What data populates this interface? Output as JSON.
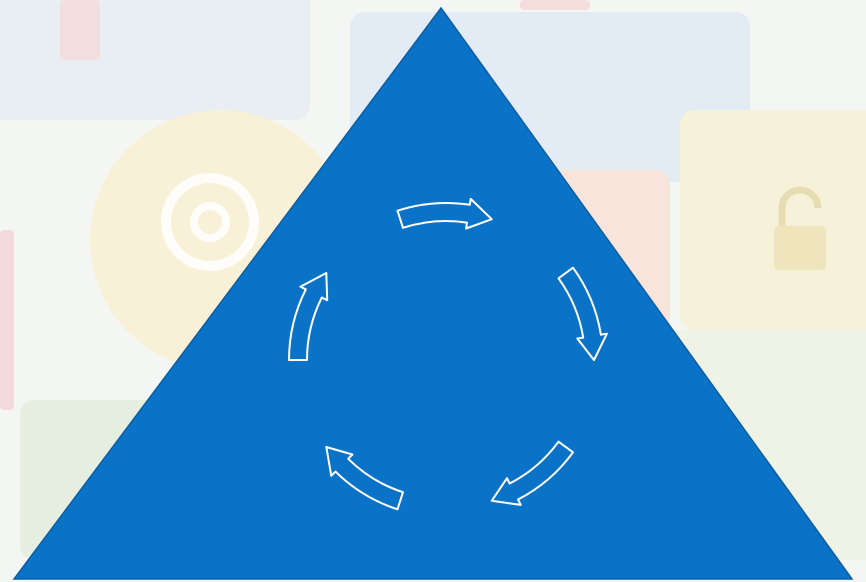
{
  "diagram": {
    "shape": "triangle",
    "fill_color": "#0a73c7",
    "stroke_color": "#0b5ea3",
    "arrow_color": "#ffffff",
    "arrow_count": 5,
    "arrow_direction": "clockwise"
  },
  "background": {
    "style": "faded icon collage",
    "icons": [
      "at-sign-icon",
      "padlock-icon"
    ]
  }
}
